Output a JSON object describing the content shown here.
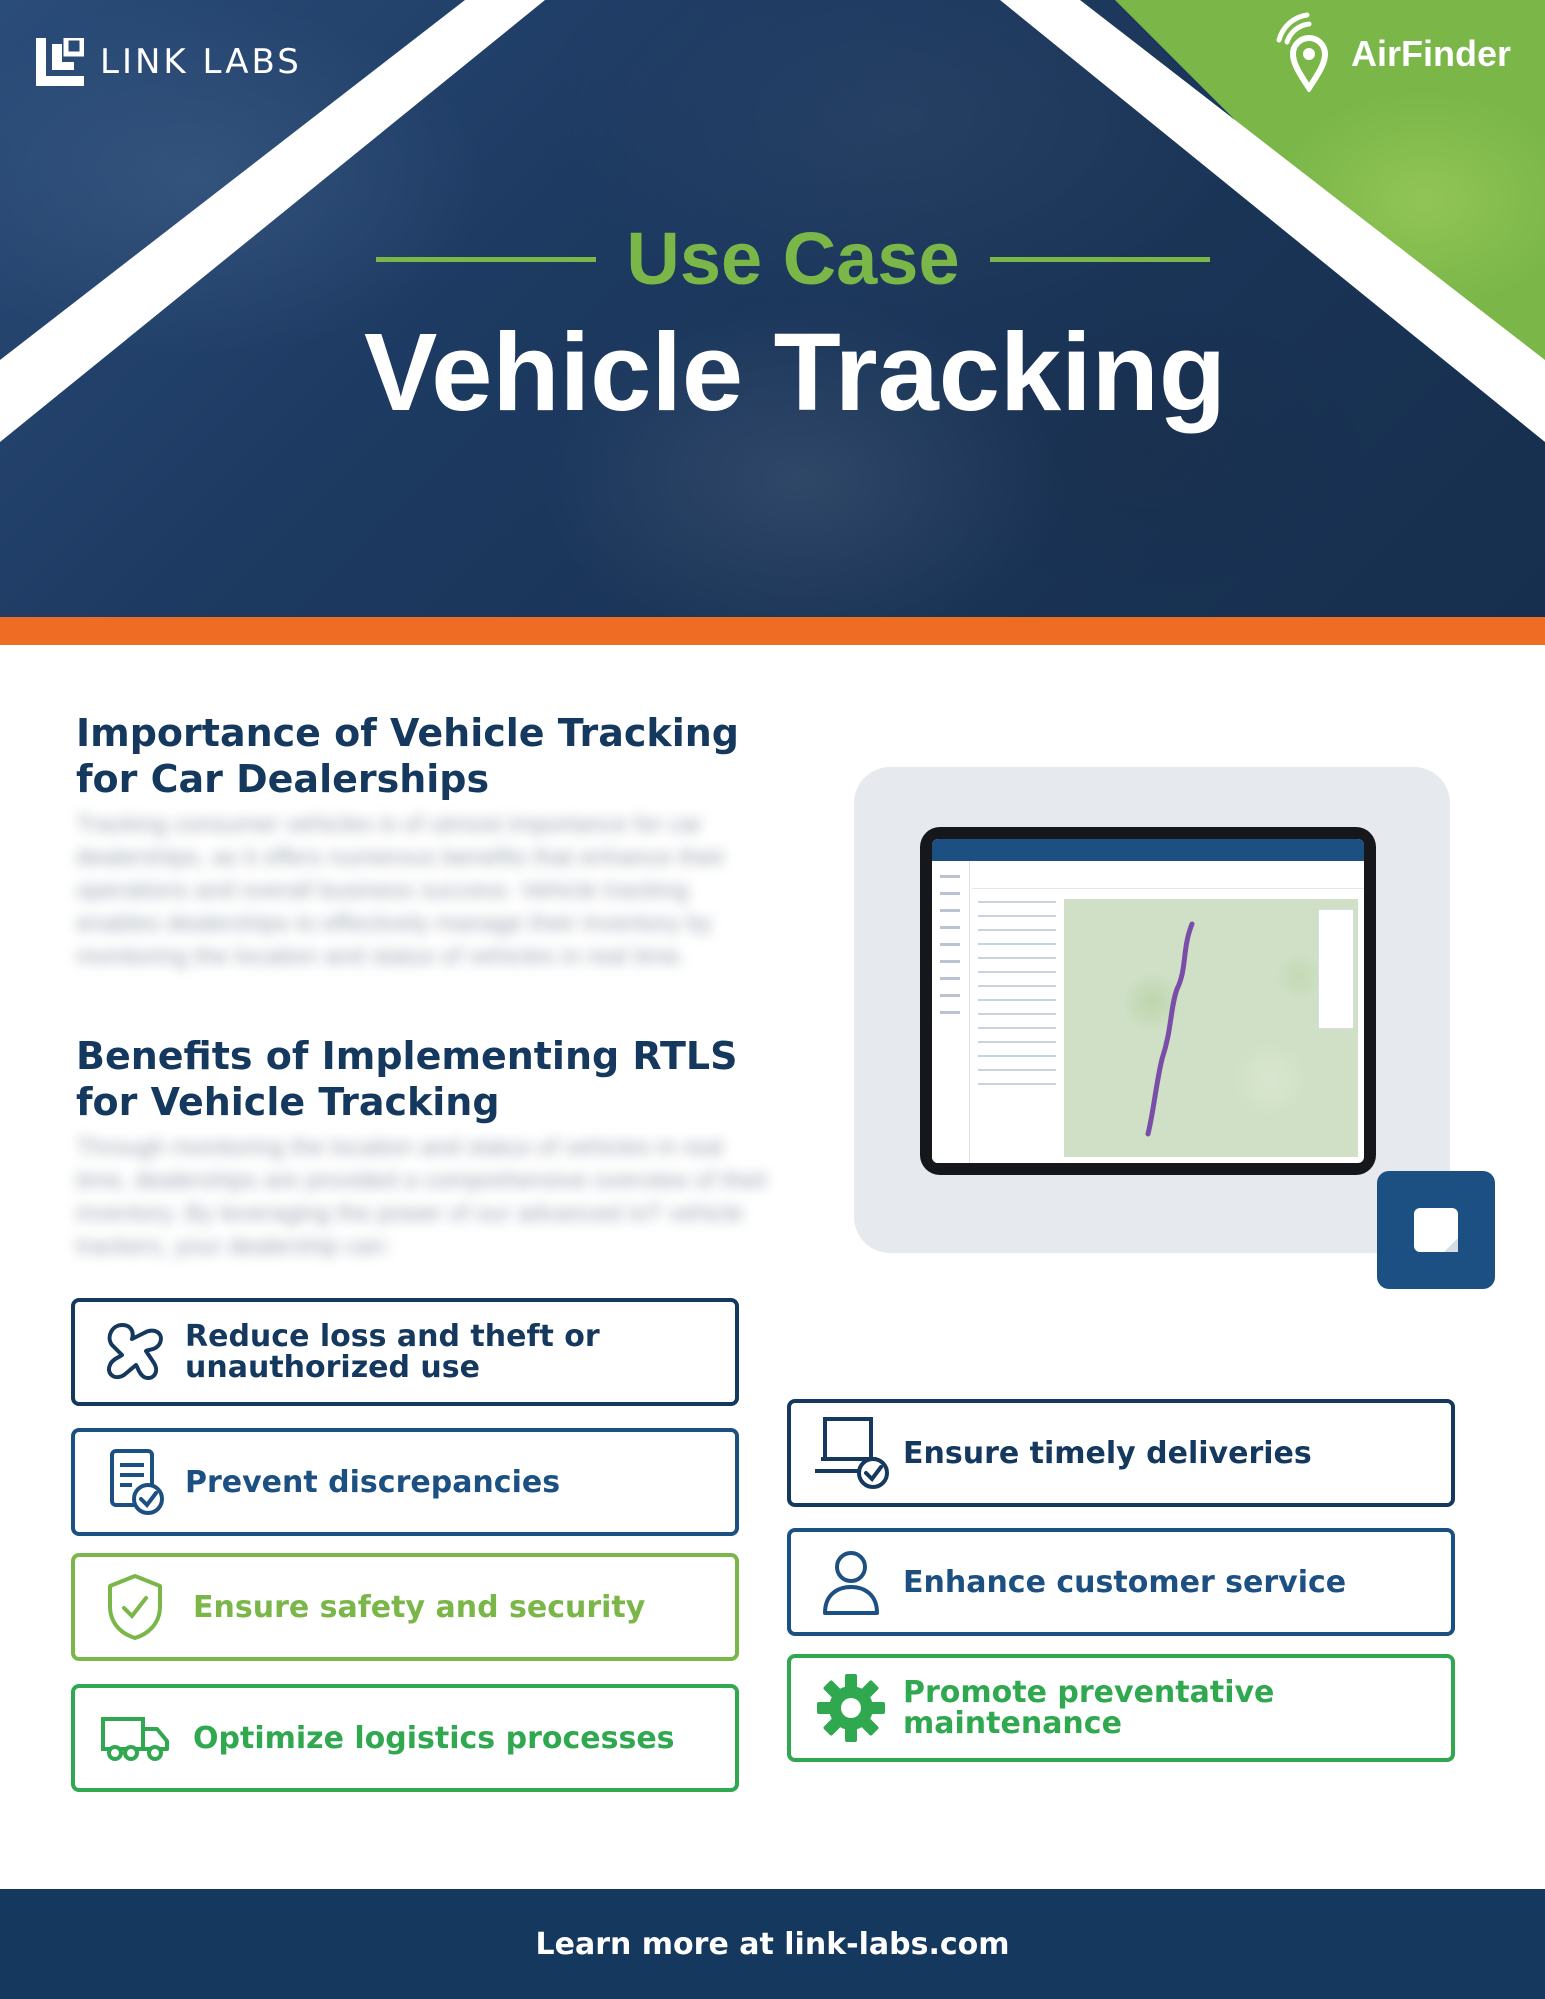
{
  "brand": {
    "left_logo_text": "LINK LABS",
    "right_logo_text": "AirFinder"
  },
  "hero": {
    "kicker": "Use Case",
    "title": "Vehicle Tracking"
  },
  "section1": {
    "heading_line1": "Importance of Vehicle Tracking",
    "heading_line2": "for Car Dealerships",
    "body": "Tracking consumer vehicles is of utmost importance for car dealerships, as it offers numerous benefits that enhance their operations and overall business success. Vehicle tracking enables dealerships to effectively manage their inventory by monitoring the location and status of vehicles in real time."
  },
  "section2": {
    "heading_line1": "Benefits of Implementing RTLS",
    "heading_line2": "for Vehicle Tracking",
    "body": "Through monitoring the location and status of vehicles in real time, dealerships are provided a comprehensive overview of their inventory. By leveraging the power of our advanced IoT vehicle trackers, your dealership can:"
  },
  "features_left": [
    {
      "label_line1": "Reduce loss and theft or",
      "label_line2": "unauthorized use",
      "icon": "puzzle-x-icon"
    },
    {
      "label_line1": "Prevent discrepancies",
      "label_line2": "",
      "icon": "document-check-icon"
    },
    {
      "label_line1": "Ensure safety and security",
      "label_line2": "",
      "icon": "shield-check-icon"
    },
    {
      "label_line1": "Optimize logistics processes",
      "label_line2": "",
      "icon": "truck-icon"
    }
  ],
  "features_right": [
    {
      "label_line1": "Ensure timely deliveries",
      "label_line2": "",
      "icon": "laptop-check-icon"
    },
    {
      "label_line1": "Enhance customer service",
      "label_line2": "",
      "icon": "person-icon"
    },
    {
      "label_line1": "Promote preventative maintenance",
      "label_line2": "",
      "icon": "gear-icon"
    }
  ],
  "footer": {
    "text": "Learn more at link-labs.com"
  },
  "colors": {
    "navy": "#14385e",
    "blue": "#1d5082",
    "lime": "#7ab648",
    "green": "#2fa84f",
    "orange": "#ee6c24"
  }
}
